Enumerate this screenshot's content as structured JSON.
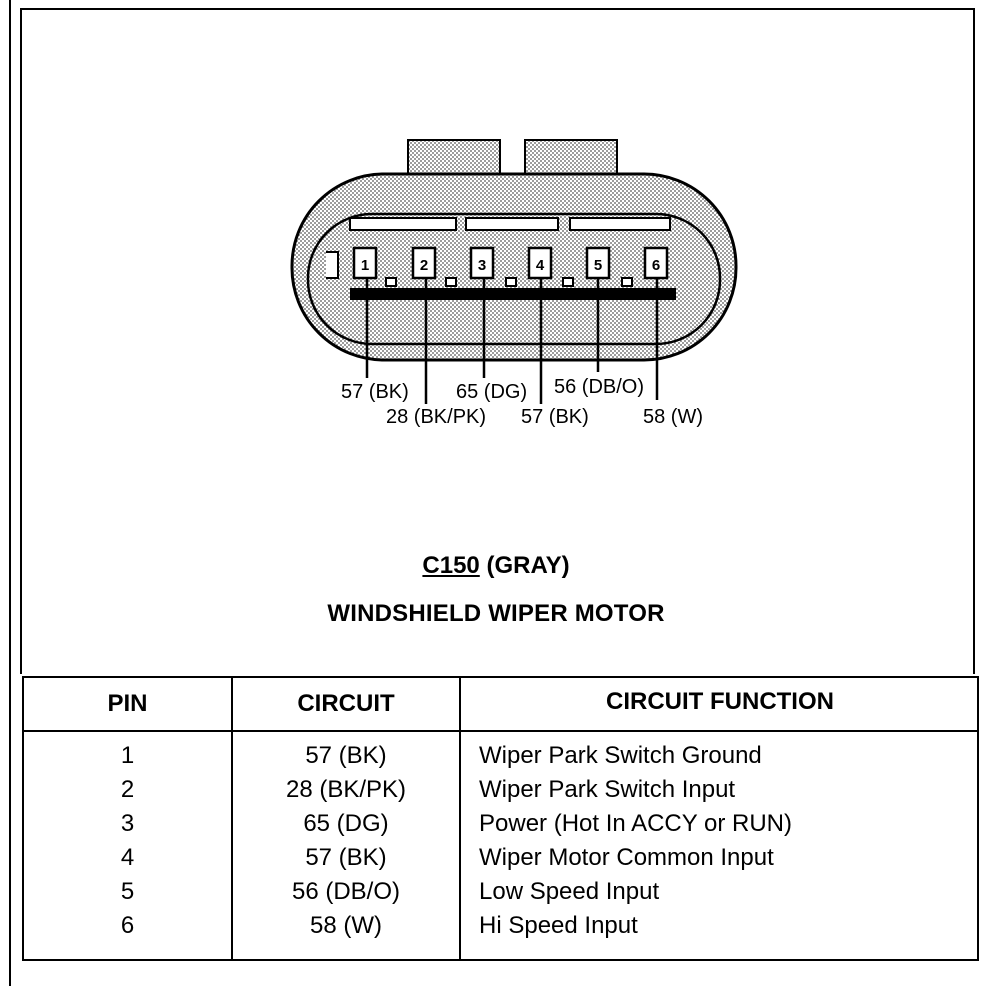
{
  "connector": {
    "code": "C150",
    "color": "(GRAY)",
    "component": "WINDSHIELD WIPER MOTOR",
    "pin_numbers": [
      "1",
      "2",
      "3",
      "4",
      "5",
      "6"
    ],
    "pin_labels": [
      "57 (BK)",
      "28 (BK/PK)",
      "65 (DG)",
      "57 (BK)",
      "56 (DB/O)",
      "58 (W)"
    ]
  },
  "table": {
    "headers": [
      "PIN",
      "CIRCUIT",
      "CIRCUIT FUNCTION"
    ],
    "rows": [
      {
        "pin": "1",
        "circuit": "57 (BK)",
        "function": "Wiper Park Switch Ground"
      },
      {
        "pin": "2",
        "circuit": "28 (BK/PK)",
        "function": "Wiper Park Switch Input"
      },
      {
        "pin": "3",
        "circuit": "65 (DG)",
        "function": "Power (Hot In ACCY or RUN)"
      },
      {
        "pin": "4",
        "circuit": "57 (BK)",
        "function": "Wiper Motor Common Input"
      },
      {
        "pin": "5",
        "circuit": "56 (DB/O)",
        "function": "Low Speed Input"
      },
      {
        "pin": "6",
        "circuit": "58 (W)",
        "function": "Hi Speed Input"
      }
    ]
  }
}
